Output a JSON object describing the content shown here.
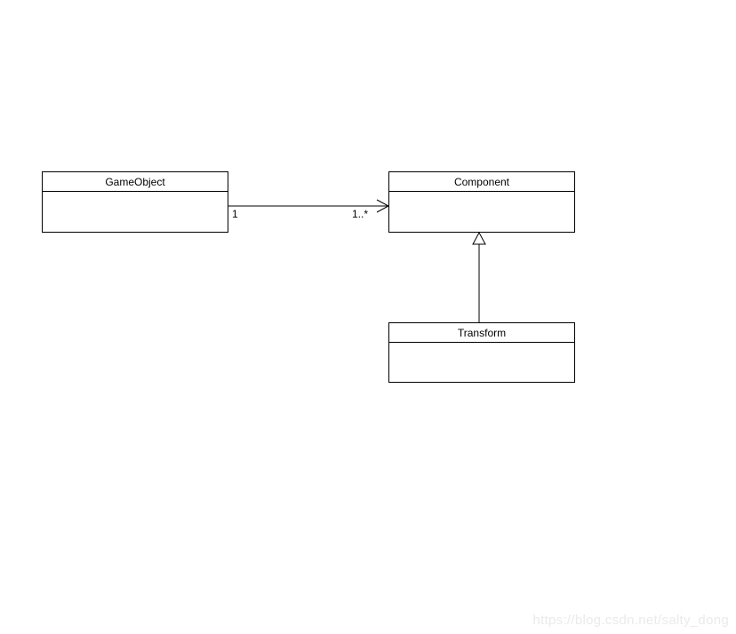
{
  "diagram": {
    "type": "uml-class-diagram",
    "classes": [
      {
        "id": "gameobject",
        "name": "GameObject",
        "attributes": [],
        "operations": []
      },
      {
        "id": "component",
        "name": "Component",
        "attributes": [],
        "operations": []
      },
      {
        "id": "transform",
        "name": "Transform",
        "attributes": [],
        "operations": []
      }
    ],
    "relationships": [
      {
        "type": "association",
        "from": "GameObject",
        "to": "Component",
        "source_multiplicity": "1",
        "target_multiplicity": "1..*",
        "arrow": "open-arrowhead"
      },
      {
        "type": "generalization",
        "from": "Transform",
        "to": "Component",
        "arrow": "hollow-triangle"
      }
    ]
  },
  "association": {
    "source_multiplicity": "1",
    "target_multiplicity": "1..*"
  },
  "watermark": {
    "text": "https://blog.csdn.net/salty_dong"
  },
  "colors": {
    "background": "#ffffff",
    "line": "#000000",
    "box_fill": "#ffffff",
    "text": "#000000",
    "watermark": "#e9eaec"
  }
}
